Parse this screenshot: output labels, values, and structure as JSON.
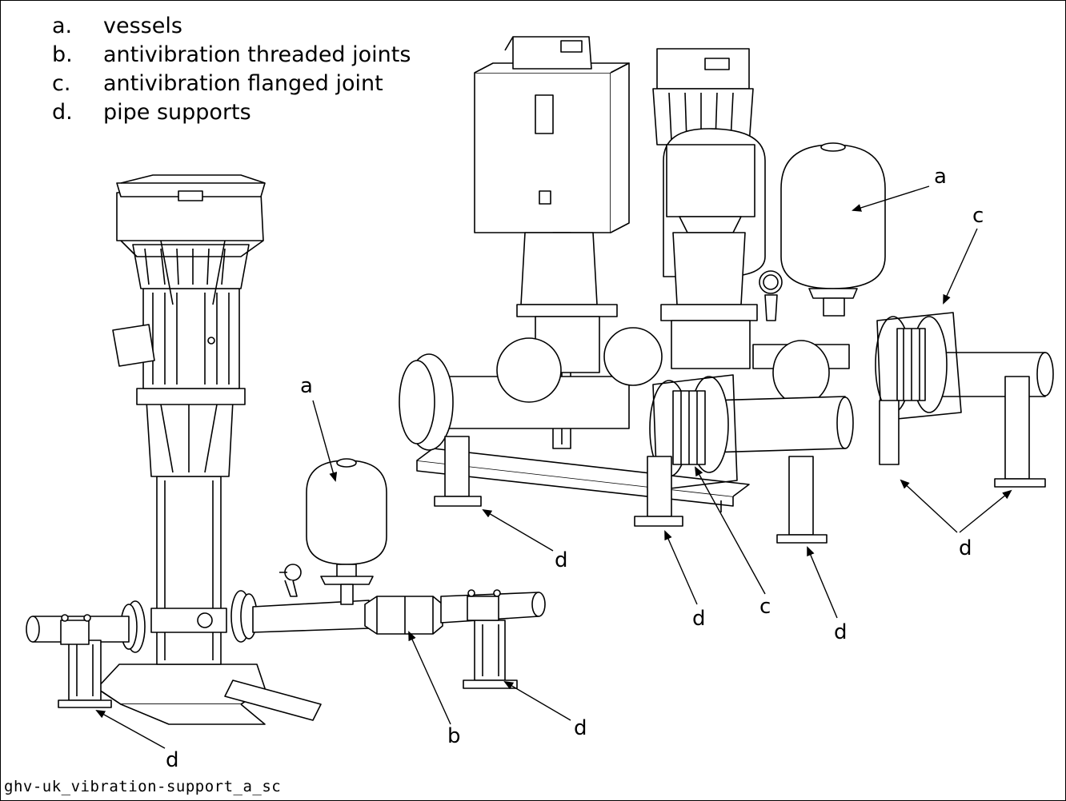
{
  "legend": [
    {
      "key": "a.",
      "text": "vessels"
    },
    {
      "key": "b.",
      "text": "antivibration threaded joints"
    },
    {
      "key": "c.",
      "text": "antivibration flanged joint"
    },
    {
      "key": "d.",
      "text": "pipe supports"
    }
  ],
  "callouts": {
    "a_left": "a",
    "a_right": "a",
    "b": "b",
    "c_top": "c",
    "c_bottom": "c",
    "d_left_bottom": "d",
    "d_left_right": "d",
    "d_right_1": "d",
    "d_right_2": "d",
    "d_right_3": "d",
    "d_right_4": "d"
  },
  "caption": "ghv-uk_vibration-support_a_sc"
}
